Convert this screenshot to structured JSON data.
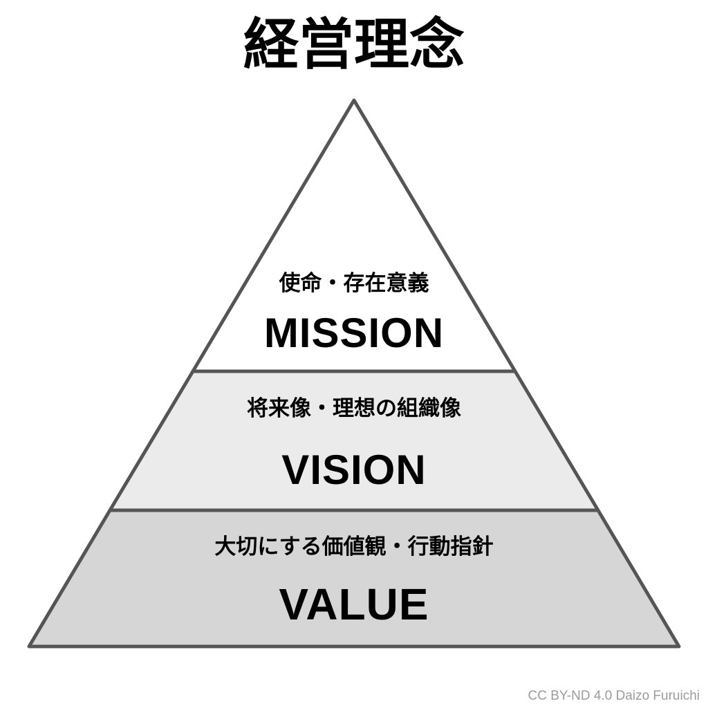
{
  "title": "経営理念",
  "pyramid": {
    "stroke_color": "#555555",
    "layers": [
      {
        "id": "mission",
        "jp": "使命・存在意義",
        "en": "MISSION",
        "fill": "#ffffff"
      },
      {
        "id": "vision",
        "jp": "将来像・理想の組織像",
        "en": "VISION",
        "fill": "#ebebeb"
      },
      {
        "id": "value",
        "jp": "大切にする価値観・行動指針",
        "en": "VALUE",
        "fill": "#d6d6d6"
      }
    ]
  },
  "footer": {
    "credit": "CC BY-ND 4.0 Daizo Furuichi"
  }
}
